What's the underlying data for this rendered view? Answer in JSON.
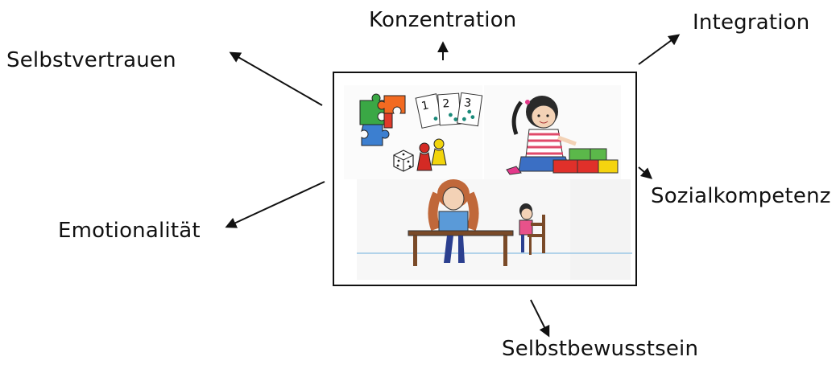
{
  "labels": {
    "konzentration": "Konzentration",
    "integration": "Integration",
    "selbstvertrauen": "Selbstvertrauen",
    "sozialkompetenz": "Sozialkompetenz",
    "emotionalitaet": "Emotionalität",
    "selbstbewusstsein": "Selbstbewusstsein"
  },
  "card_numbers": [
    "1",
    "2",
    "3"
  ],
  "colors": {
    "text": "#111111",
    "puzzle_green": "#3aa845",
    "puzzle_orange": "#f26a21",
    "puzzle_blue": "#3c7fd0",
    "puzzle_red": "#e03a2a",
    "figure_red": "#d42a24",
    "figure_yellow": "#f2d50c",
    "brick_red": "#e0302a",
    "brick_green": "#5bb84a",
    "brick_yellow": "#f5d40f",
    "table_brown": "#7a4a28"
  },
  "icons": [
    "puzzle-icon",
    "cards-icon",
    "dice-icon",
    "game-pieces-icon",
    "girl-playing-icon",
    "building-blocks-icon",
    "teacher-child-table-icon"
  ]
}
